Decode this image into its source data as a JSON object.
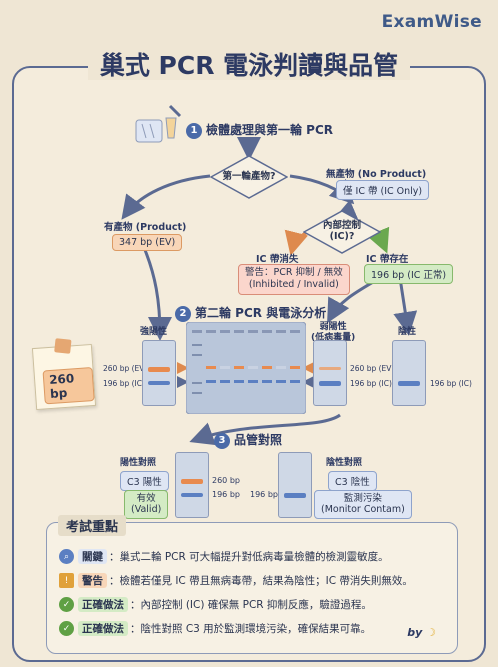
{
  "brand": "ExamWise",
  "title": "巢式 PCR 電泳判讀與品管",
  "step1": {
    "num": "1",
    "label": "檢體處理與第一輪 PCR"
  },
  "step2": {
    "num": "2",
    "label": "第二輪 PCR 與電泳分析"
  },
  "step3": {
    "num": "3",
    "label": "品管對照"
  },
  "decision1": "第一輪產物?",
  "decision2": "內部控制\n(IC)?",
  "branch_product": {
    "label": "有產物 (Product)",
    "value": "347 bp (EV)"
  },
  "branch_no_product": {
    "label": "無產物 (No Product)",
    "value": "僅 IC 帶 (IC Only)"
  },
  "ic_absent": {
    "label": "IC 帶消失",
    "value": "警告：PCR 抑制 / 無效\n(Inhibited / Invalid)"
  },
  "ic_present": {
    "label": "IC 帶存在",
    "value": "196 bp (IC 正常)"
  },
  "gel": {
    "strong_positive": "強陽性",
    "weak_positive": "弱陽性\n(低病毒量)",
    "negative": "陰性",
    "band_ev": "260 bp (EV)",
    "band_ic": "196 bp (IC)",
    "band_ev_2": "260 bp (EV)",
    "band_ic_2": "196 bp (IC)",
    "band_ic_3": "196 bp (IC)",
    "lane_colors": [
      "#e88a4e",
      "#5b7fc2",
      "#e88a4e",
      "#5b7fc2",
      "#e88a4e",
      "#5b7fc2",
      "#e88a4e",
      "#5b7fc2"
    ]
  },
  "note_260": "260 bp",
  "qc": {
    "positive_title": "陽性對照",
    "positive_tag": "C3 陽性",
    "positive_result": "有效\n(Valid)",
    "positive_260": "260 bp",
    "positive_196": "196 bp",
    "negative_196": "196 bp",
    "negative_title": "陰性對照",
    "negative_tag": "C3 陰性",
    "negative_result": "監測污染\n(Monitor Contam)"
  },
  "key": {
    "title": "考試重點",
    "rows": [
      {
        "icon": "magnifier-icon",
        "tag": "關鍵",
        "text": "：巢式二輪 PCR 可大幅提升對低病毒量檢體的檢測靈敏度。"
      },
      {
        "icon": "warning-icon",
        "tag": "警告",
        "text": "：檢體若僅見 IC 帶且無病毒帶，結果為陰性；IC 帶消失則無效。"
      },
      {
        "icon": "check-icon",
        "tag": "正確做法",
        "text": "：內部控制 (IC) 確保無 PCR 抑制反應，驗證過程。"
      },
      {
        "icon": "check-icon",
        "tag": "正確做法",
        "text": "：陰性對照 C3 用於監測環境污染，確保結果可靠。"
      }
    ]
  },
  "byline": "by"
}
